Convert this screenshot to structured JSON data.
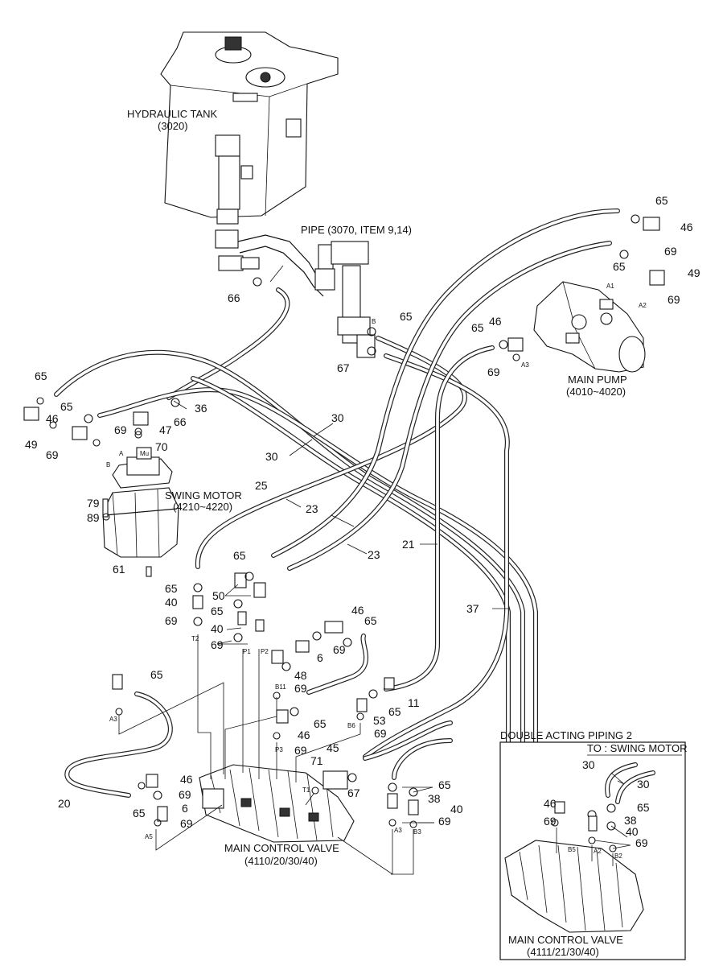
{
  "labels": {
    "hydraulic_tank": "HYDRAULIC TANK",
    "hydraulic_tank_code": "(3020)",
    "pipe": "PIPE (3070, ITEM 9,14)",
    "main_pump": "MAIN PUMP",
    "main_pump_code": "(4010~4020)",
    "swing_motor": "SWING MOTOR",
    "swing_motor_code": "(4210~4220)",
    "main_control_valve": "MAIN CONTROL VALVE",
    "main_control_valve_code": "(4110/20/30/40)",
    "double_acting": "DOUBLE ACTING PIPING 2",
    "to_swing_motor": "TO : SWING MOTOR",
    "main_control_valve_2": "MAIN CONTROL VALVE",
    "main_control_valve_2_code": "(4111/21/30/40)"
  },
  "part_numbers": {
    "p65_top": "65",
    "p46_top": "46",
    "p69_top": "69",
    "p65_b": "65",
    "p49_r": "49",
    "p69_r": "69",
    "p65_c": "65",
    "p46_c": "46",
    "p69_c": "69",
    "p65_pipe": "65",
    "p66_top": "66",
    "p67": "67",
    "p65_l": "65",
    "p49_l": "49",
    "p69_l": "69",
    "p65_l2": "65",
    "p46_l": "46",
    "p69_l2": "69",
    "p47": "47",
    "p66": "66",
    "p36": "36",
    "p70": "70",
    "p30a": "30",
    "p30b": "30",
    "p25": "25",
    "p23a": "23",
    "p23b": "23",
    "p21": "21",
    "p37": "37",
    "p79": "79",
    "p89": "89",
    "p61": "61",
    "p65_m1": "65",
    "p40_m1": "40",
    "p69_m1": "69",
    "p65_m2": "65",
    "p50": "50",
    "p65_m3": "65",
    "p40_m2": "40",
    "p69_m2": "69",
    "p46_m": "46",
    "p65_m4": "65",
    "p69_m3": "69",
    "p6_m": "6",
    "p48": "48",
    "p69_m4": "69",
    "p11": "11",
    "p65_m5": "65",
    "p53": "53",
    "p69_m5": "69",
    "p46_m2": "46",
    "p65_m6": "65",
    "p69_m6": "69",
    "p65_cv": "65",
    "p46_cv": "46",
    "p69_cv1": "69",
    "p6_cv": "6",
    "p69_cv2": "69",
    "p20": "20",
    "p65_cv2": "65",
    "p71": "71",
    "p45": "45",
    "p67_cv": "67",
    "p65_r": "65",
    "p38": "38",
    "p40_r": "40",
    "p69_r2": "69",
    "d30a": "30",
    "d30b": "30",
    "d46": "46",
    "d65": "65",
    "d69a": "69",
    "d38": "38",
    "d40": "40",
    "d69b": "69"
  },
  "port_labels": {
    "A1": "A1",
    "A2": "A2",
    "A3": "A3",
    "B": "B",
    "Mu": "Mu",
    "A": "A",
    "Bport": "B",
    "T2": "T2",
    "P1": "P1",
    "P2": "P2",
    "B11": "B11",
    "A3b": "A3",
    "P3": "P3",
    "B6": "B6",
    "T1": "T1",
    "A5": "A5",
    "A3c": "A3",
    "B3": "B3",
    "dB5": "B5",
    "dA2": "A2",
    "dB2": "B2"
  }
}
